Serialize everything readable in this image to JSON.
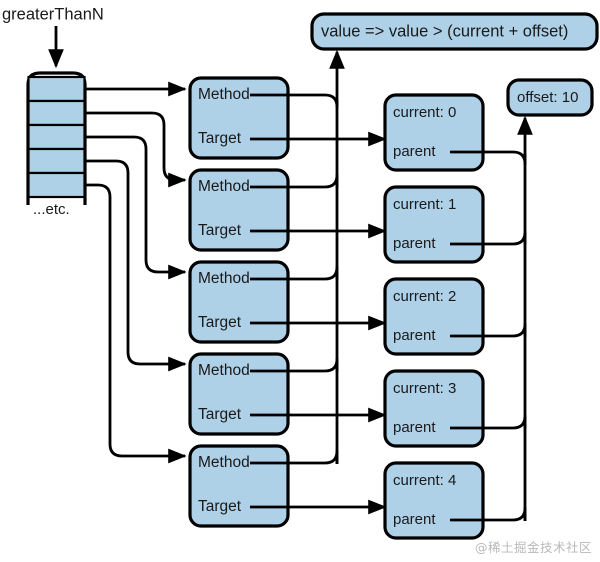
{
  "diagram": {
    "title_label": "greaterThanN",
    "array": {
      "etc_label": "...etc.",
      "cells": [
        "",
        "",
        "",
        "",
        ""
      ]
    },
    "lambda_box": {
      "label": "value => value > (current + offset)"
    },
    "offset_box": {
      "label": "offset: 10"
    },
    "delegate_nodes": [
      {
        "method_label": "Method",
        "target_label": "Target"
      },
      {
        "method_label": "Method",
        "target_label": "Target"
      },
      {
        "method_label": "Method",
        "target_label": "Target"
      },
      {
        "method_label": "Method",
        "target_label": "Target"
      },
      {
        "method_label": "Method",
        "target_label": "Target"
      }
    ],
    "closure_nodes": [
      {
        "current_label": "current: 0",
        "parent_label": "parent"
      },
      {
        "current_label": "current: 1",
        "parent_label": "parent"
      },
      {
        "current_label": "current: 2",
        "parent_label": "parent"
      },
      {
        "current_label": "current: 3",
        "parent_label": "parent"
      },
      {
        "current_label": "current: 4",
        "parent_label": "parent"
      }
    ],
    "watermark": "@稀土掘金技术社区",
    "colors": {
      "node_fill": "#aed1e8",
      "stroke": "#000000",
      "background": "#ffffff",
      "watermark": "#b9b9b9"
    }
  }
}
